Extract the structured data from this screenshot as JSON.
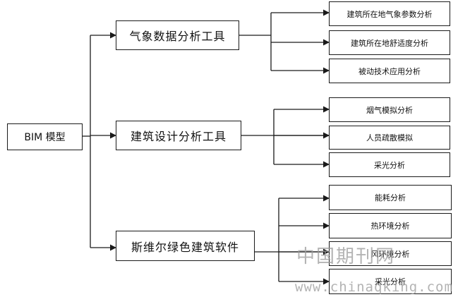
{
  "diagram": {
    "root": {
      "label": "BIM 模型"
    },
    "groups": [
      {
        "label": "气象数据分析工具",
        "items": [
          "建筑所在地气象参数分析",
          "建筑所在地舒适度分析",
          "被动技术应用分析"
        ]
      },
      {
        "label": "建筑设计分析工具",
        "items": [
          "烟气模拟分析",
          "人员疏散模拟",
          "采光分析"
        ]
      },
      {
        "label": "斯维尔绿色建筑软件",
        "items": [
          "能耗分析",
          "热环境分析",
          "风环境分析",
          "采光分析"
        ]
      }
    ]
  },
  "watermark": {
    "cn": "中国期刊网",
    "url": "www.chinaqking.com"
  },
  "colors": {
    "line": "#1a1a1a",
    "box_border": "#1a1a1a",
    "watermark": "#9a9a9a"
  }
}
